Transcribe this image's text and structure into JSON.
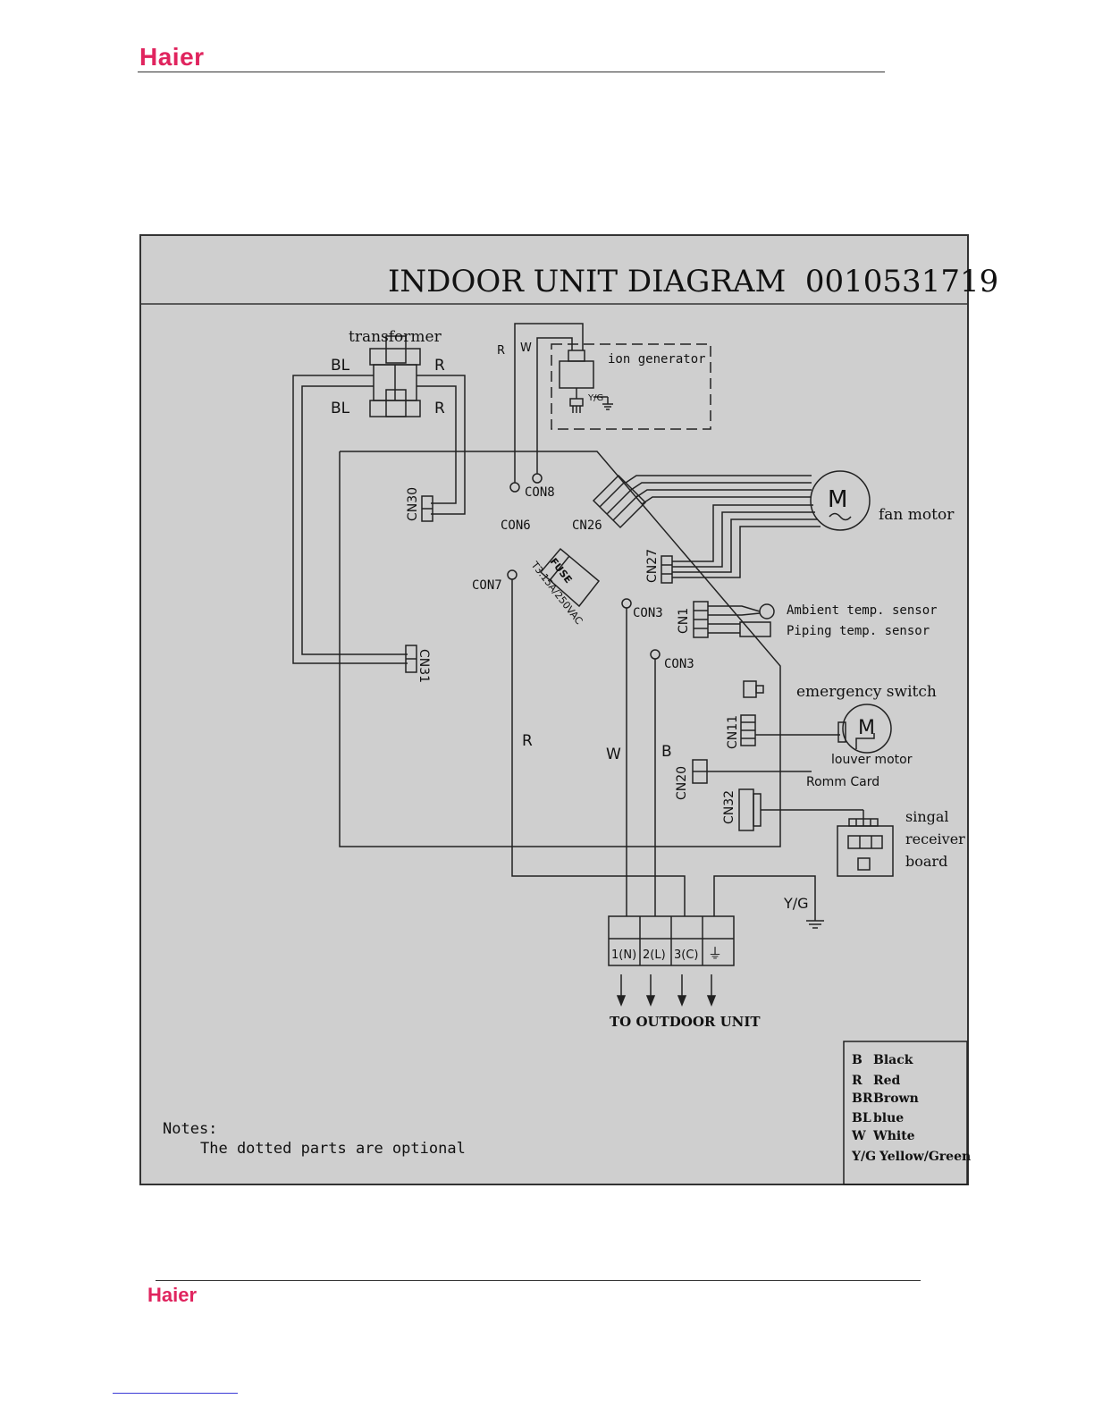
{
  "header": {
    "brand": "Haier"
  },
  "footer": {
    "brand": "Haier"
  },
  "diagram": {
    "title": "INDOOR UNIT DIAGRAM  0010531719",
    "components": {
      "transformer": "transformer",
      "ion_generator": "ion generator",
      "fan_motor": "fan motor",
      "ambient_sensor": "Ambient temp. sensor",
      "piping_sensor": "Piping temp. sensor",
      "emergency_switch": "emergency switch",
      "louver_motor": "louver motor",
      "room_card": "Romm Card",
      "signal_line1": "singal",
      "signal_line2": "receiver",
      "signal_line3": "board",
      "to_outdoor": "TO OUTDOOR UNIT",
      "motor_symbol": "M"
    },
    "wire_labels": {
      "bl_top": "BL",
      "r_top": "R",
      "bl_bottom": "BL",
      "r_bottom": "R",
      "ion_r": "R",
      "ion_w": "W",
      "ion_yg": "Y/G",
      "main_r": "R",
      "main_w": "W",
      "main_b": "B",
      "ground_yg": "Y/G"
    },
    "connectors": {
      "cn30": "CN30",
      "cn31": "CN31",
      "con6": "CON6",
      "con8": "CON8",
      "cn26": "CN26",
      "cn27": "CN27",
      "con7": "CON7",
      "con3a": "CON3",
      "cn1": "CN1",
      "con3b": "CON3",
      "cn11": "CN11",
      "cn20": "CN20",
      "cn32": "CN32"
    },
    "fuse": {
      "label": "FUSE",
      "rating": "T3.15A/250VAC"
    },
    "terminal": {
      "labels": [
        "1(N)",
        "2(L)",
        "3(C)",
        "⏚"
      ]
    },
    "notes": {
      "heading": "Notes:",
      "text": "The dotted parts are optional"
    },
    "legend": [
      {
        "code": "B",
        "name": "Black"
      },
      {
        "code": "R",
        "name": "Red"
      },
      {
        "code": "BR",
        "name": "Brown"
      },
      {
        "code": "BL",
        "name": "blue"
      },
      {
        "code": "W",
        "name": "White"
      },
      {
        "code": "Y/G",
        "name": "Yellow/Green"
      }
    ]
  }
}
